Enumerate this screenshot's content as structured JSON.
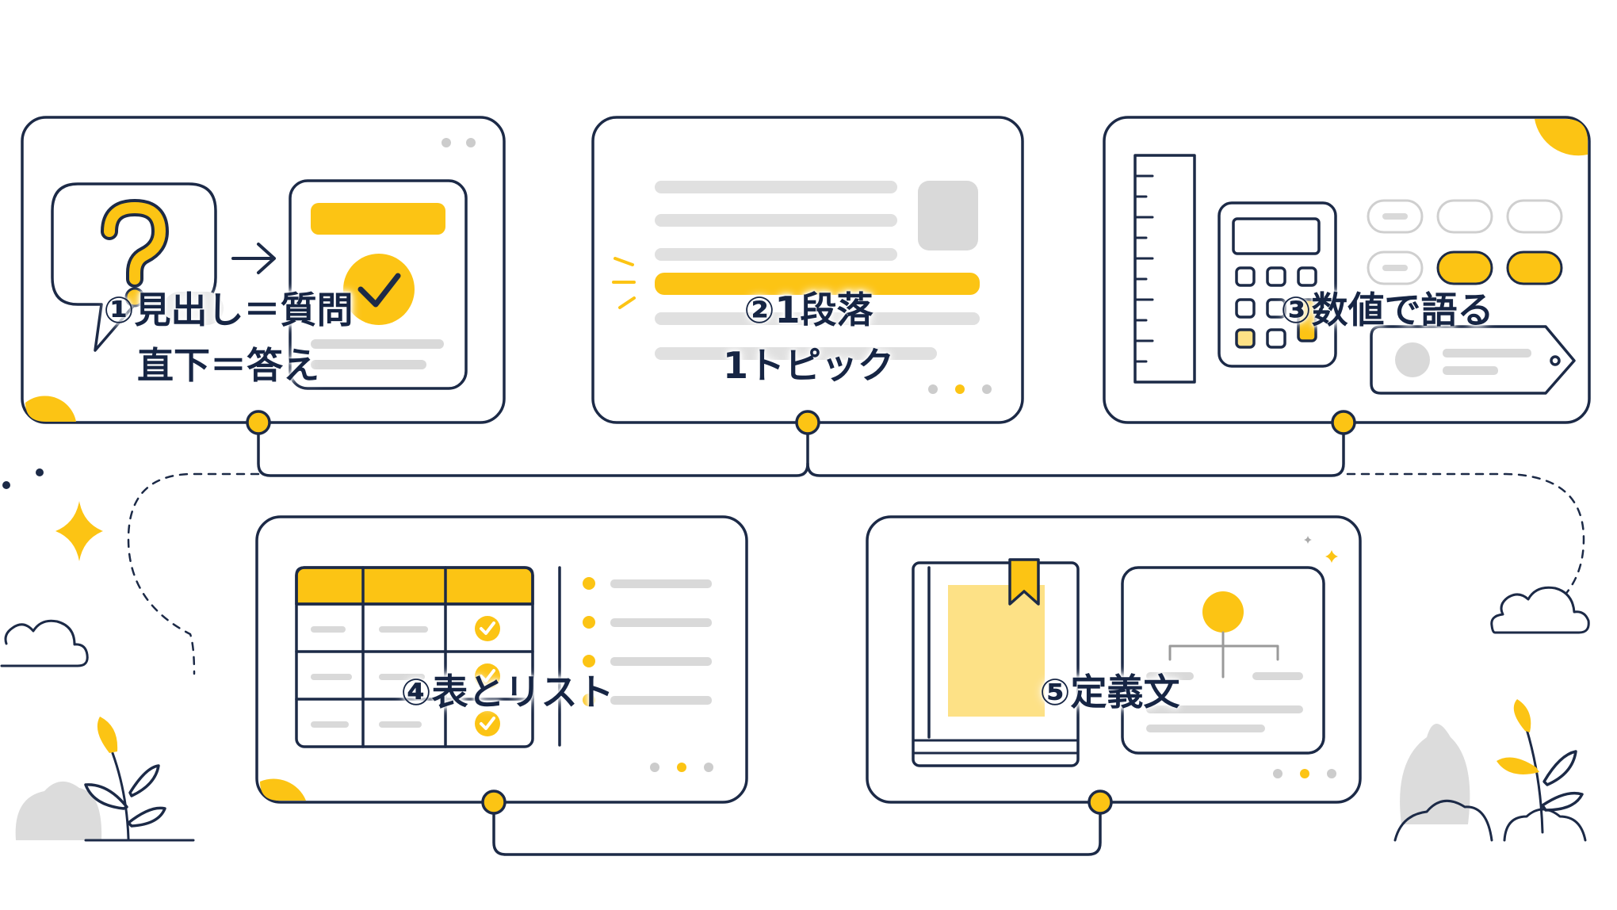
{
  "cards": [
    {
      "lines": [
        "①見出し＝質問",
        "直下＝答え"
      ]
    },
    {
      "lines": [
        "②1段落",
        "1トピック"
      ]
    },
    {
      "lines": [
        "③数値で語る"
      ]
    },
    {
      "lines": [
        "④表とリスト"
      ]
    },
    {
      "lines": [
        "⑤定義文"
      ]
    }
  ],
  "icons": {
    "card1": [
      "question-mark-icon",
      "arrow-right-icon",
      "check-circle-icon"
    ],
    "card2": [
      "highlight-spark-icon"
    ],
    "card3": [
      "ruler-icon",
      "calculator-icon",
      "tag-icon"
    ],
    "card4": [
      "table-icon",
      "check-circle-icon",
      "bullet-list-icon"
    ],
    "card5": [
      "book-icon",
      "bookmark-icon",
      "org-chart-icon",
      "sparkle-icon"
    ],
    "decor": [
      "cloud-icon",
      "sparkle-icon",
      "plant-icon",
      "bush-icon"
    ]
  },
  "colors": {
    "outline": "#1c2a47",
    "accent": "#fcc414",
    "accent_light": "#fde186",
    "placeholder": "#d9d9d9",
    "label_text": "#162544"
  }
}
